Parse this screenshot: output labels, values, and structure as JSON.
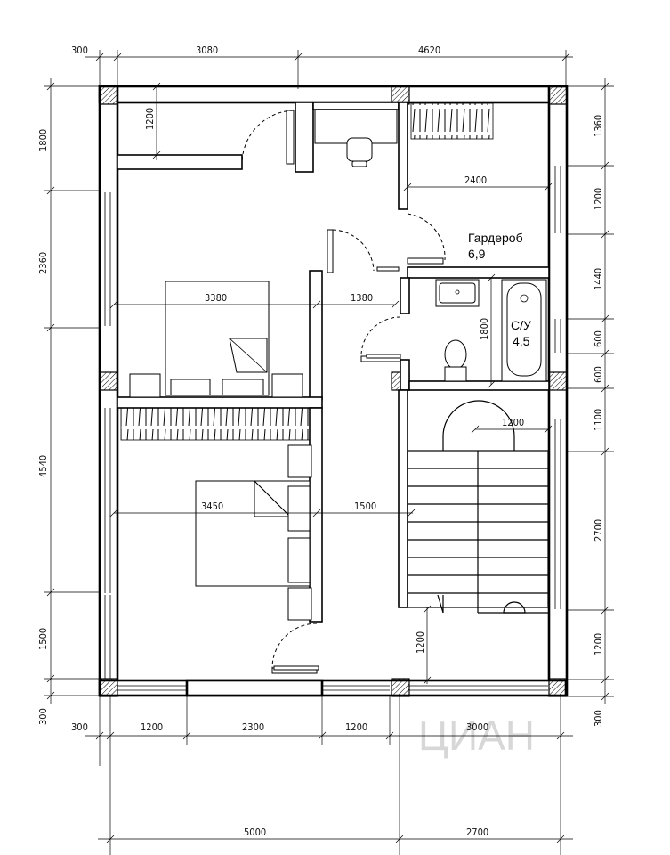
{
  "rooms": {
    "wardrobe": {
      "name": "Гардероб",
      "area": "6,9"
    },
    "bathroom": {
      "name": "С/У",
      "area": "4,5"
    }
  },
  "dimensions": {
    "top": [
      "300",
      "3080",
      "4620"
    ],
    "left": [
      "1800",
      "2360",
      "4540",
      "1500",
      "300"
    ],
    "right": [
      "1360",
      "1200",
      "1440",
      "600",
      "600",
      "1100",
      "2700",
      "1200",
      "300"
    ],
    "bottom_row1": [
      "300",
      "1200",
      "2300",
      "1200",
      "3000"
    ],
    "bottom_row2": [
      "5000",
      "2700"
    ],
    "interior": {
      "top_left_1200": "1200",
      "wardrobe_2400": "2400",
      "bedroom1_3380": "3380",
      "corridor_1380": "1380",
      "bath_1800": "1800",
      "stair_1200": "1200",
      "bedroom2_3450": "3450",
      "corridor_1500": "1500",
      "stair_bottom_1200": "1200"
    }
  },
  "watermark": "ЦИАН"
}
